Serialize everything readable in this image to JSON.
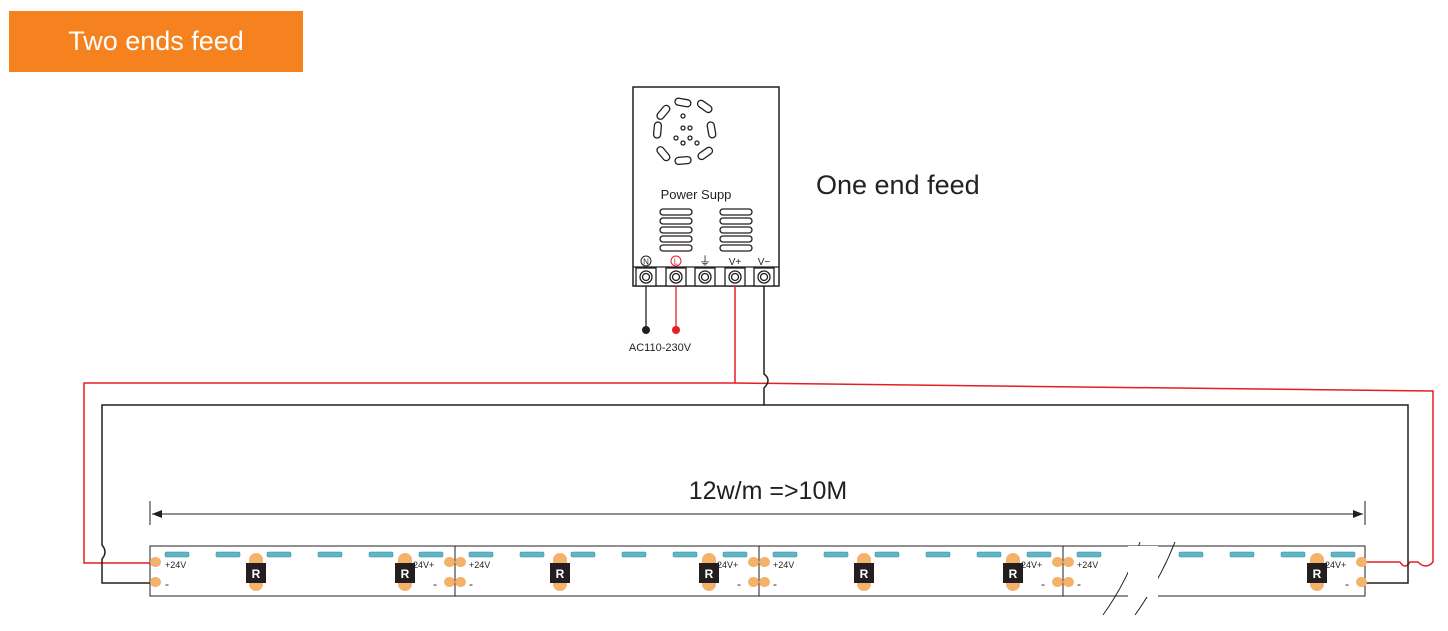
{
  "header": {
    "title": "Two ends feed"
  },
  "labels": {
    "one_end_feed": "One end feed"
  },
  "power_supply": {
    "label": "Power Supp",
    "terminals": [
      "N",
      "L",
      "⏚",
      "V+",
      "V−"
    ],
    "input": "AC110-230V"
  },
  "strip": {
    "dimension": "12w/m =>10M",
    "plus_label": "+24V",
    "plus_label_right": "24V+",
    "minus_label": "-",
    "resistor": "R"
  },
  "colors": {
    "accent": "#F5821F",
    "wire_positive": "#E31E24",
    "wire_negative": "#231F20",
    "pad": "#F5B26B",
    "led": "#5DB7C6"
  }
}
